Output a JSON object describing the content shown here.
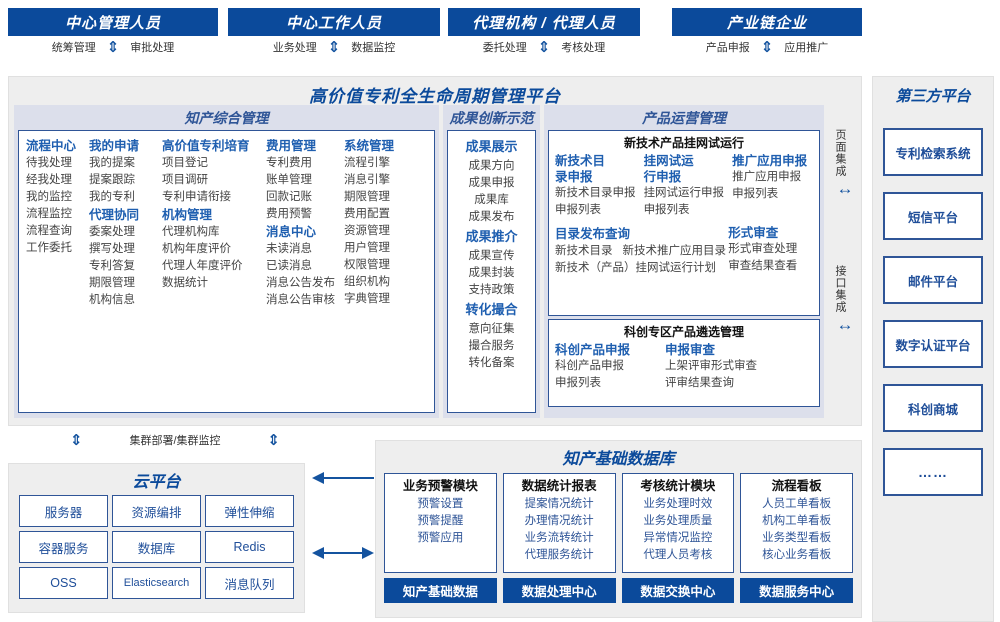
{
  "roles": [
    {
      "title": "中心管理人员",
      "left": "统筹管理",
      "right": "审批处理"
    },
    {
      "title": "中心工作人员",
      "left": "业务处理",
      "right": "数据监控"
    },
    {
      "title": "代理机构 / 代理人员",
      "left": "委托处理",
      "right": "考核处理"
    },
    {
      "title": "产业链企业",
      "left": "产品申报",
      "right": "应用推广"
    }
  ],
  "platform": {
    "title": "高价值专利全生命周期管理平台"
  },
  "ipm": {
    "title": "知产综合管理",
    "columns": [
      {
        "groups": [
          {
            "head": "流程中心",
            "items": [
              "待我处理",
              "经我处理",
              "我的监控",
              "流程监控",
              "流程查询",
              "工作委托"
            ]
          }
        ]
      },
      {
        "groups": [
          {
            "head": "我的申请",
            "items": [
              "我的提案",
              "提案跟踪",
              "我的专利"
            ]
          },
          {
            "head": "代理协同",
            "items": [
              "委案处理",
              "撰写处理",
              "专利答复",
              "期限管理",
              "机构信息"
            ]
          }
        ]
      },
      {
        "groups": [
          {
            "head": "高价值专利培育",
            "items": [
              "项目登记",
              "项目调研",
              "专利申请衔接"
            ]
          },
          {
            "head": "机构管理",
            "items": [
              "代理机构库",
              "机构年度评价",
              "代理人年度评价",
              "数据统计"
            ]
          }
        ]
      },
      {
        "groups": [
          {
            "head": "费用管理",
            "items": [
              "专利费用",
              "账单管理",
              "回款记账",
              "费用预警"
            ]
          },
          {
            "head": "消息中心",
            "items": [
              "未读消息",
              "已读消息",
              "消息公告发布",
              "消息公告审核"
            ]
          }
        ]
      },
      {
        "groups": [
          {
            "head": "系统管理",
            "items": [
              "流程引擎",
              "消息引擎",
              "期限管理",
              "费用配置",
              "资源管理",
              "用户管理",
              "权限管理",
              "组织机构",
              "字典管理"
            ]
          }
        ]
      }
    ]
  },
  "achievement": {
    "title": "成果创新示范",
    "groups": [
      {
        "head": "成果展示",
        "items": [
          "成果方向",
          "成果申报",
          "成果库",
          "成果发布"
        ]
      },
      {
        "head": "成果推介",
        "items": [
          "成果宣传",
          "成果封装",
          "支持政策"
        ]
      },
      {
        "head": "转化撮合",
        "items": [
          "意向征集",
          "撮合服务",
          "转化备案"
        ]
      }
    ]
  },
  "product": {
    "title": "产品运营管理",
    "block1": {
      "head": "新技术产品挂网试运行",
      "row1": [
        {
          "head": "新技术目录申报",
          "items": [
            "新技术目录申报",
            "申报列表"
          ]
        },
        {
          "head": "挂网试运行申报",
          "items": [
            "挂网试运行申报",
            "申报列表"
          ]
        },
        {
          "head": "推广应用申报",
          "items": [
            "推广应用申报",
            "申报列表"
          ]
        }
      ],
      "row2_left": {
        "head": "目录发布查询",
        "items": [
          "新技术目录",
          "新技术推广应用目录",
          "新技术（产品）挂网试运行计划"
        ]
      },
      "row2_right": {
        "head": "形式审查",
        "items": [
          "形式审查处理",
          "审查结果查看"
        ]
      }
    },
    "block2": {
      "head": "科创专区产品遴选管理",
      "cols": [
        {
          "head": "科创产品申报",
          "items": [
            "科创产品申报",
            "申报列表"
          ]
        },
        {
          "head": "申报审查",
          "items": [
            "上架评审形式审查",
            "评审结果查询"
          ]
        }
      ]
    }
  },
  "integration": {
    "page": "页面集成",
    "api": "接口集成"
  },
  "third_party": {
    "title": "第三方平台",
    "items": [
      "专利检索系统",
      "短信平台",
      "邮件平台",
      "数字认证平台",
      "科创商城",
      "……"
    ]
  },
  "cluster_label": "集群部署/集群监控",
  "cloud": {
    "title": "云平台",
    "items": [
      "服务器",
      "资源编排",
      "弹性伸缩",
      "容器服务",
      "数据库",
      "Redis",
      "OSS",
      "Elasticsearch",
      "消息队列"
    ]
  },
  "database": {
    "title": "知产基础数据库",
    "cards": [
      {
        "head": "业务预警模块",
        "items": [
          "预警设置",
          "预警提醒",
          "预警应用"
        ],
        "foot": "知产基础数据"
      },
      {
        "head": "数据统计报表",
        "items": [
          "提案情况统计",
          "办理情况统计",
          "业务流转统计",
          "代理服务统计"
        ],
        "foot": "数据处理中心"
      },
      {
        "head": "考核统计模块",
        "items": [
          "业务处理时效",
          "业务处理质量",
          "异常情况监控",
          "代理人员考核"
        ],
        "foot": "数据交换中心"
      },
      {
        "head": "流程看板",
        "items": [
          "人员工单看板",
          "机构工单看板",
          "业务类型看板",
          "核心业务看板"
        ],
        "foot": "数据服务中心"
      }
    ]
  },
  "colors": {
    "brand": "#0b4a9b",
    "accent": "#2f5597",
    "panel": "#eeeeee",
    "section": "#dcdfeb"
  }
}
